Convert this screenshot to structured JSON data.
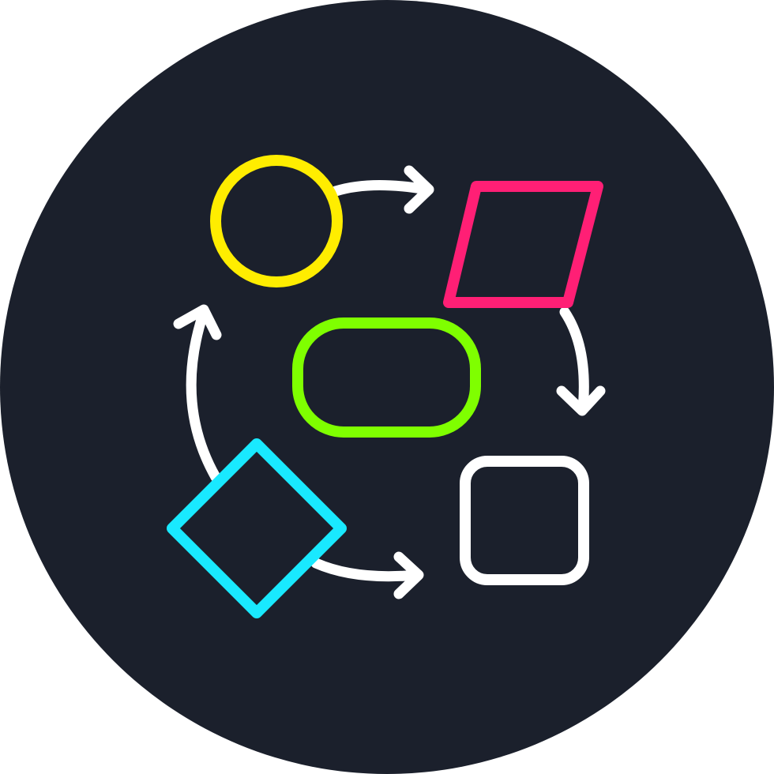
{
  "icon": {
    "background_color": "#1b202c",
    "page_color": "#ffffff",
    "stroke_white": "#ffffff",
    "shapes": {
      "circle": {
        "name": "start-circle",
        "color": "#ffed00"
      },
      "parallelogram": {
        "name": "data-parallelogram",
        "color": "#ff1f75"
      },
      "terminator": {
        "name": "terminator-pill",
        "color": "#7fff00"
      },
      "decision": {
        "name": "decision-diamond",
        "color": "#19e9ff"
      },
      "process": {
        "name": "process-square",
        "color": "#ffffff"
      }
    },
    "connectors": [
      {
        "name": "arrow-circle-to-parallelogram"
      },
      {
        "name": "arrow-parallelogram-to-square"
      },
      {
        "name": "arrow-diamond-to-square"
      },
      {
        "name": "arrow-diamond-to-circle"
      }
    ]
  }
}
